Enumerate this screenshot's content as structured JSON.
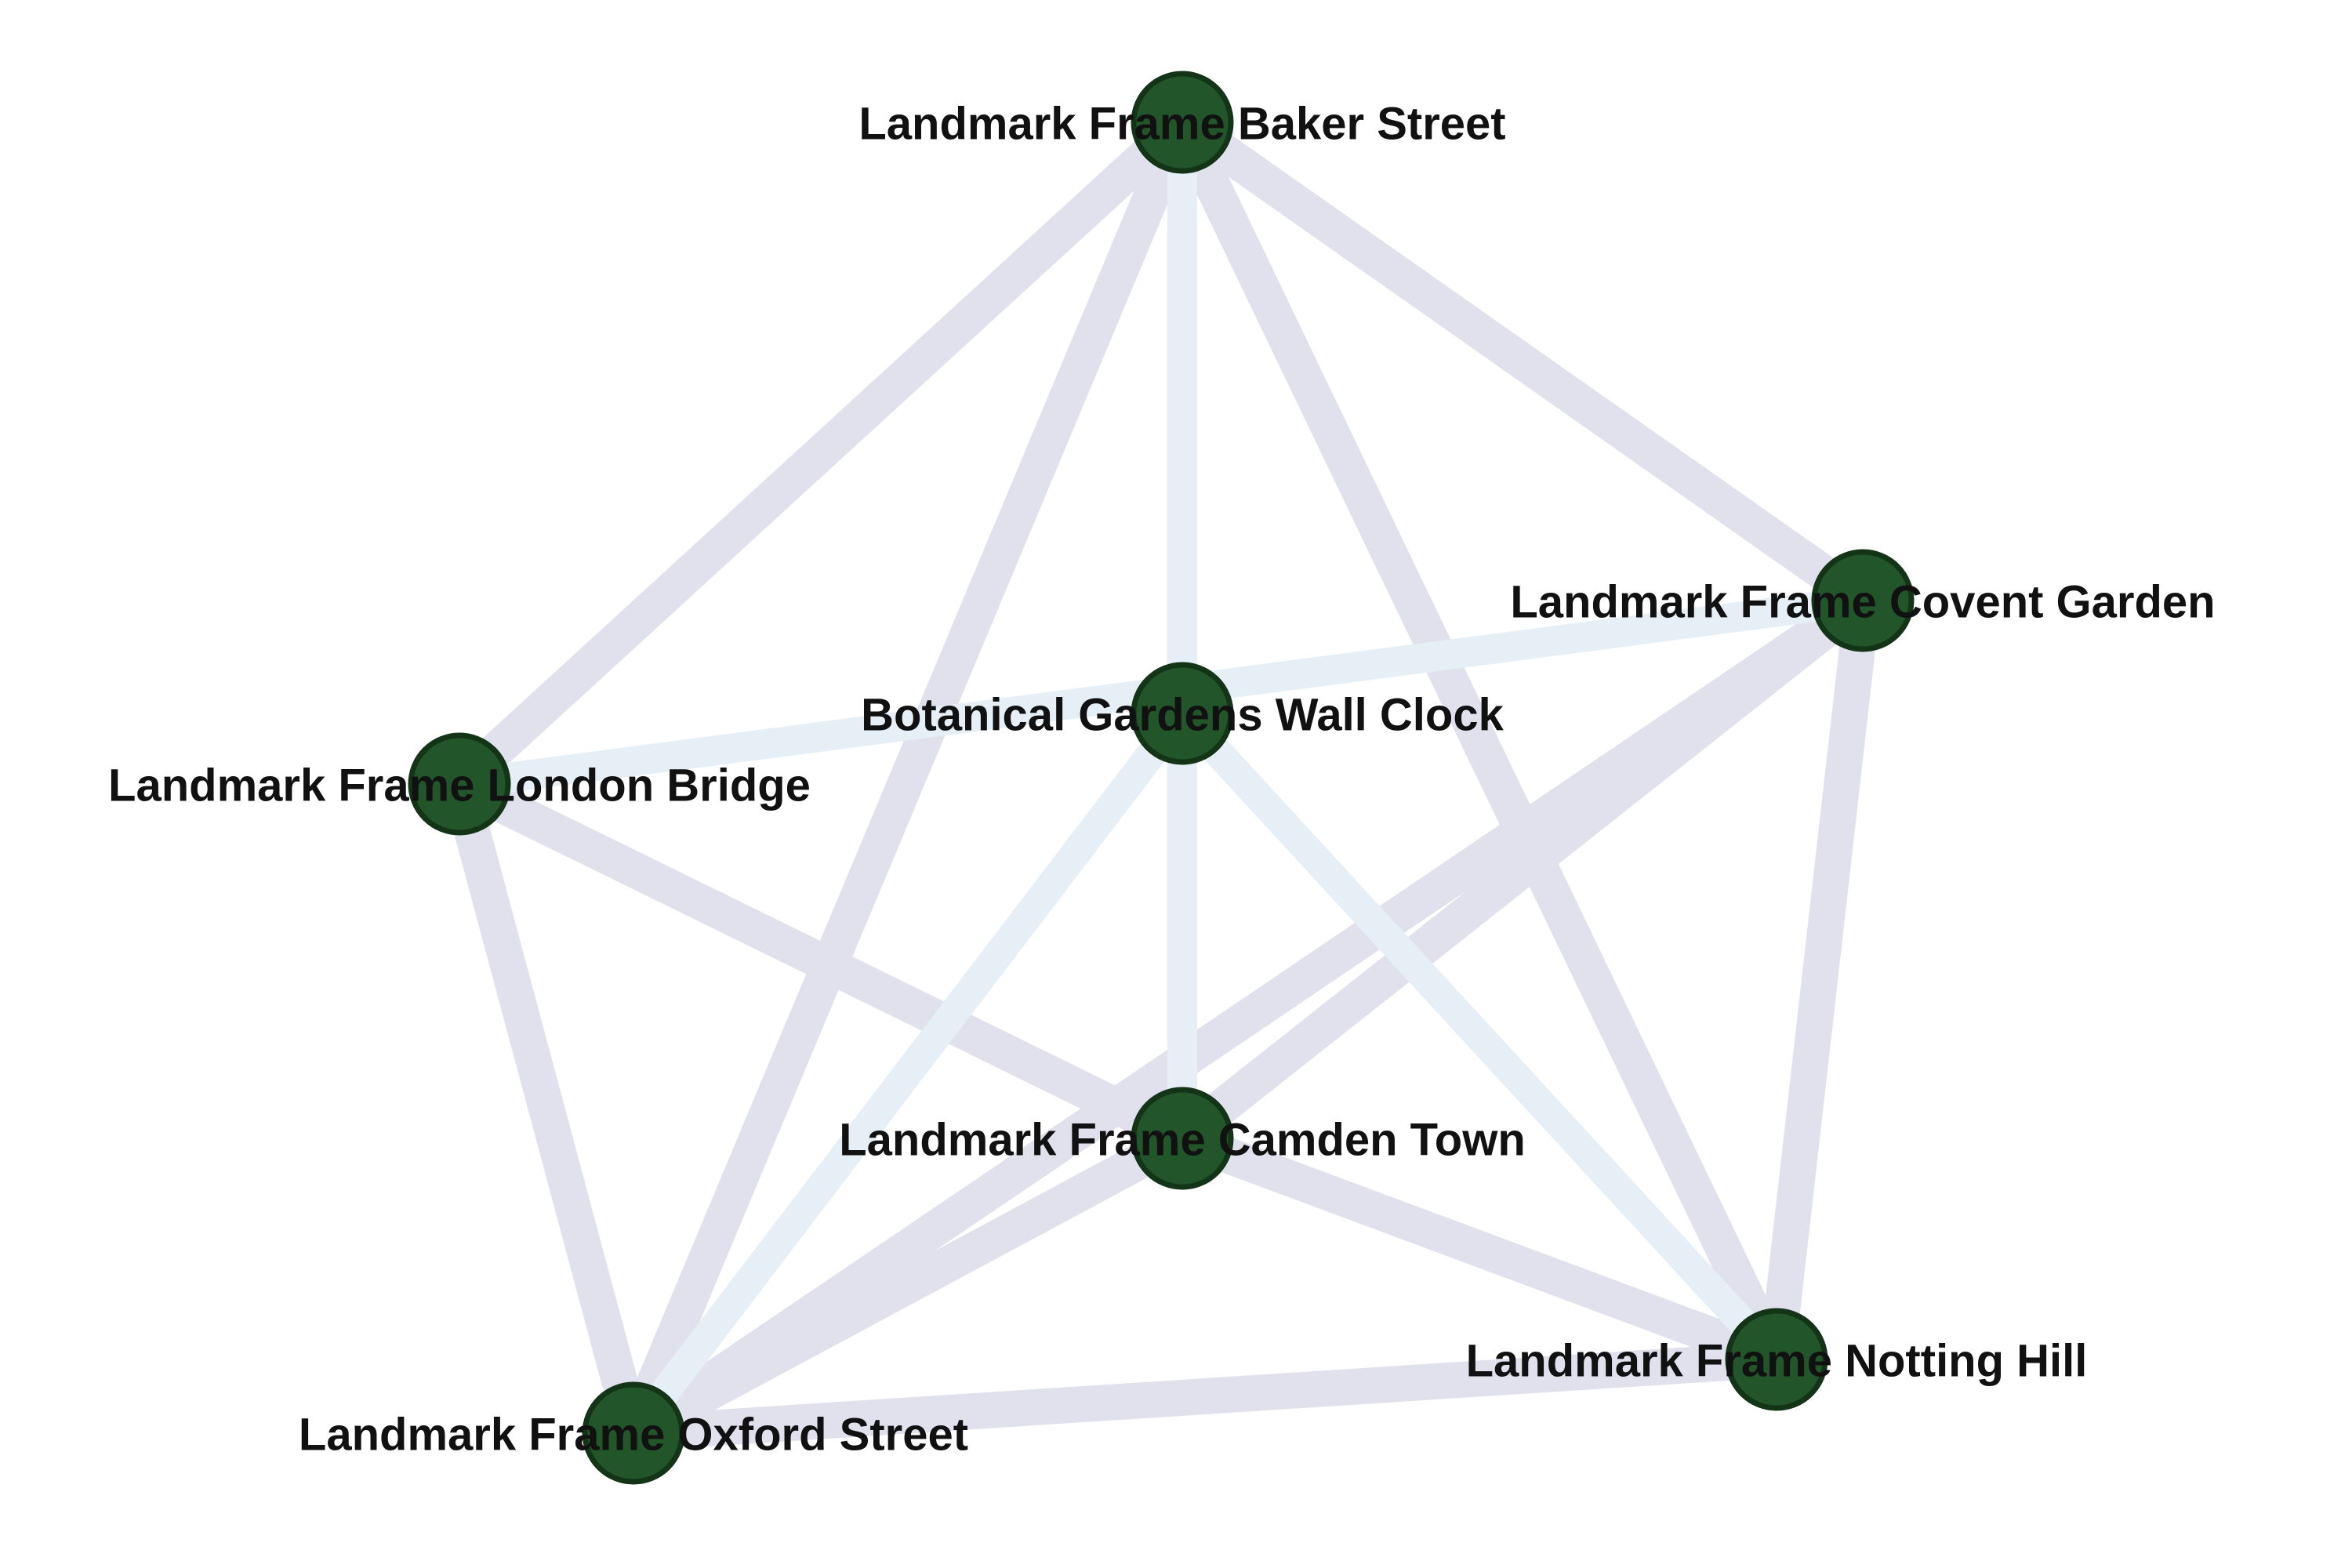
{
  "colors": {
    "background": "#ffffff",
    "node_fill": "#22552a",
    "node_stroke": "#143418",
    "label": "#111111",
    "edge_strong": "#e1e1ee",
    "edge_weak": "#e6eef6"
  },
  "nodes": [
    {
      "id": "baker",
      "label": "Landmark Frame Baker Street"
    },
    {
      "id": "covent",
      "label": "Landmark Frame Covent Garden"
    },
    {
      "id": "clock",
      "label": "Botanical Gardens Wall Clock"
    },
    {
      "id": "london",
      "label": "Landmark Frame London Bridge"
    },
    {
      "id": "camden",
      "label": "Landmark Frame Camden Town"
    },
    {
      "id": "notting",
      "label": "Landmark Frame Notting Hill"
    },
    {
      "id": "oxford",
      "label": "Landmark Frame Oxford Street"
    }
  ],
  "edges": [
    {
      "source": "baker",
      "target": "covent",
      "type": "strong"
    },
    {
      "source": "baker",
      "target": "london",
      "type": "strong"
    },
    {
      "source": "baker",
      "target": "oxford",
      "type": "strong"
    },
    {
      "source": "baker",
      "target": "notting",
      "type": "strong"
    },
    {
      "source": "baker",
      "target": "clock",
      "type": "weak"
    },
    {
      "source": "covent",
      "target": "notting",
      "type": "strong"
    },
    {
      "source": "covent",
      "target": "camden",
      "type": "strong"
    },
    {
      "source": "covent",
      "target": "oxford",
      "type": "strong"
    },
    {
      "source": "covent",
      "target": "london",
      "type": "weak"
    },
    {
      "source": "clock",
      "target": "camden",
      "type": "weak"
    },
    {
      "source": "clock",
      "target": "oxford",
      "type": "weak"
    },
    {
      "source": "clock",
      "target": "notting",
      "type": "weak"
    },
    {
      "source": "london",
      "target": "camden",
      "type": "strong"
    },
    {
      "source": "london",
      "target": "oxford",
      "type": "strong"
    },
    {
      "source": "camden",
      "target": "notting",
      "type": "strong"
    },
    {
      "source": "camden",
      "target": "oxford",
      "type": "strong"
    },
    {
      "source": "oxford",
      "target": "notting",
      "type": "strong"
    }
  ]
}
